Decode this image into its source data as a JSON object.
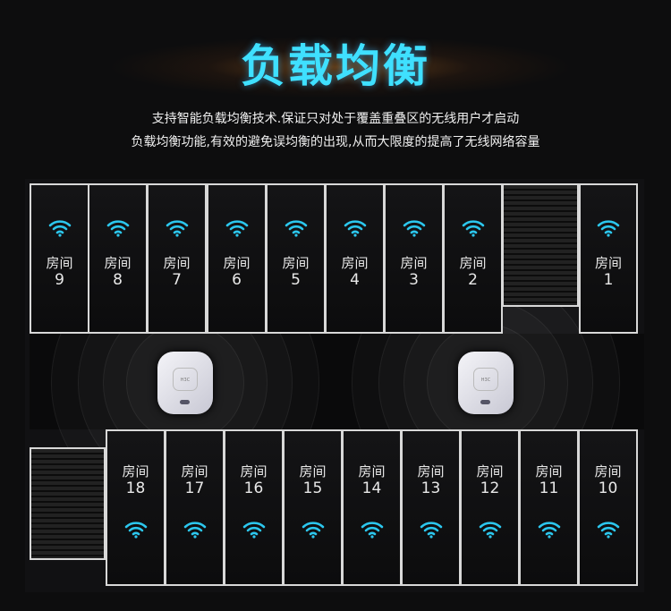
{
  "title": "负载均衡",
  "description": [
    "支持智能负载均衡技术.保证只对处于覆盖重叠区的无线用户才启动",
    "负载均衡功能,有效的避免误均衡的出现,从而大限度的提高了无线网络容量"
  ],
  "room_label": "房间",
  "top_rooms": [
    "9",
    "8",
    "7",
    "6",
    "5",
    "4",
    "3",
    "2",
    "1"
  ],
  "bottom_rooms": [
    "18",
    "17",
    "16",
    "15",
    "14",
    "13",
    "12",
    "11",
    "10"
  ],
  "ap_brand": "H3C",
  "colors": {
    "accent": "#3fe0ff",
    "wifi": "#2cc7ee"
  }
}
